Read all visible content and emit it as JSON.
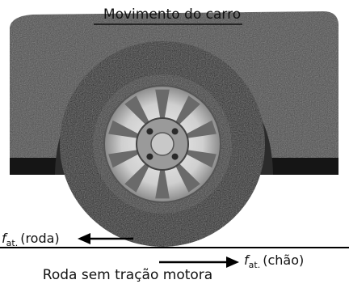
{
  "title": "Movimento do carro",
  "caption": "Roda sem tração motora",
  "force_wheel": {
    "symbol": "f",
    "subscript": "at.",
    "label": "(roda)"
  },
  "force_ground": {
    "symbol": "f",
    "subscript": "at.",
    "label": "(chão)"
  },
  "colors": {
    "body": "#4a4a4a",
    "bumper": "#151515",
    "tire": "#1f1f1f",
    "rim": "#d6d6d6",
    "hub": "#6e6e6e"
  }
}
